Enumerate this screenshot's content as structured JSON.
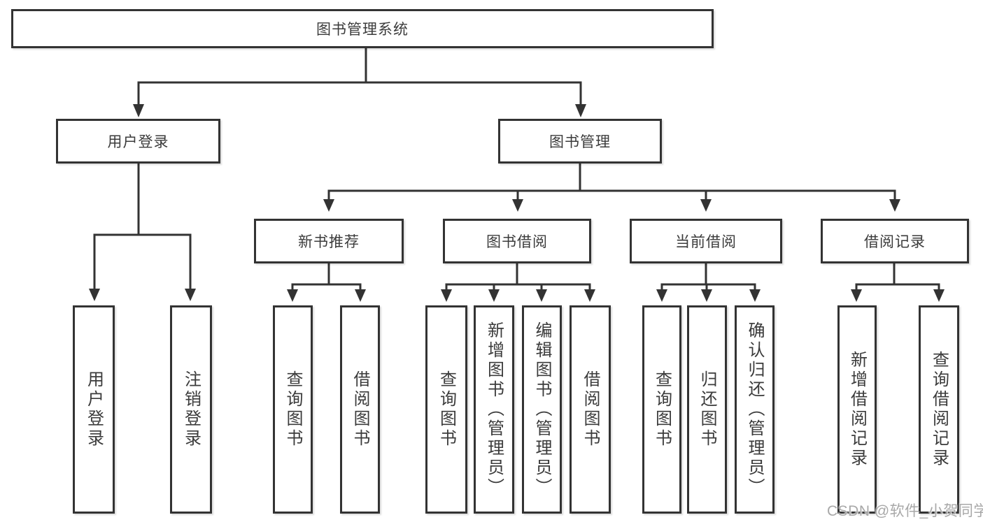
{
  "tree": {
    "label": "图书管理系统",
    "children": [
      {
        "label": "用户登录",
        "children": [
          {
            "label": "用户登录"
          },
          {
            "label": "注销登录"
          }
        ]
      },
      {
        "label": "图书管理",
        "children": [
          {
            "label": "新书推荐",
            "children": [
              {
                "label": "查询图书"
              },
              {
                "label": "借阅图书"
              }
            ]
          },
          {
            "label": "图书借阅",
            "children": [
              {
                "label": "查询图书"
              },
              {
                "label": "新增图书（管理员）"
              },
              {
                "label": "编辑图书（管理员）"
              },
              {
                "label": "借阅图书"
              }
            ]
          },
          {
            "label": "当前借阅",
            "children": [
              {
                "label": "查询图书"
              },
              {
                "label": "归还图书"
              },
              {
                "label": "确认归还（管理员）"
              }
            ]
          },
          {
            "label": "借阅记录",
            "children": [
              {
                "label": "新增借阅记录"
              },
              {
                "label": "查询借阅记录"
              }
            ]
          }
        ]
      }
    ]
  },
  "watermark": {
    "text": "CSDN @软件_小贺同学"
  },
  "colors": {
    "line": "#333333",
    "box_border": "#333333",
    "box_fill": "#ffffff",
    "text": "#3b3b3b",
    "watermark": "#a8a8a8",
    "background": "#ffffff"
  }
}
